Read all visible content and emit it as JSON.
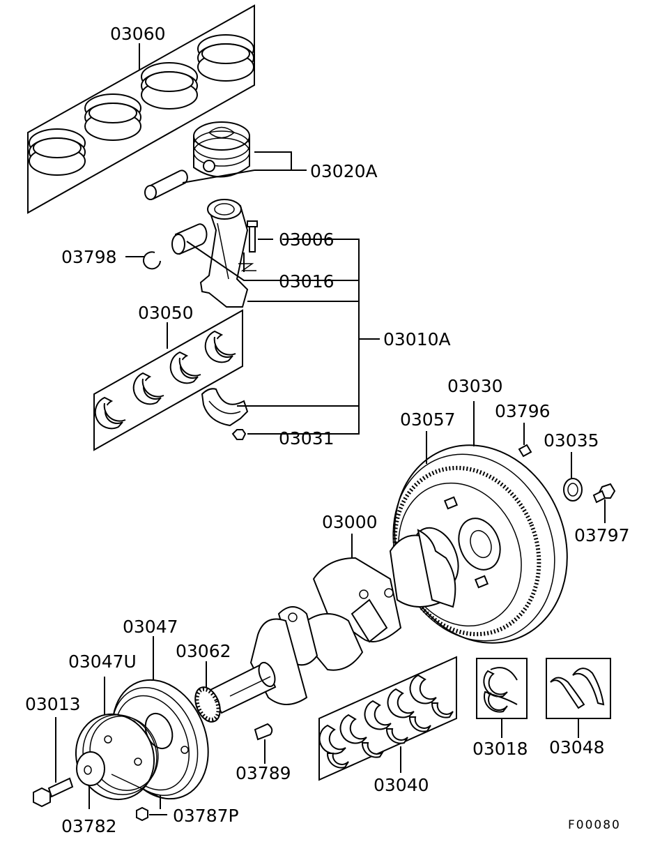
{
  "parts": {
    "p03060": "03060",
    "p03020A": "03020A",
    "p03006": "03006",
    "p03798": "03798",
    "p03016": "03016",
    "p03050": "03050",
    "p03010A": "03010A",
    "p03031": "03031",
    "p03030": "03030",
    "p03057": "03057",
    "p03796": "03796",
    "p03035": "03035",
    "p03797": "03797",
    "p03000": "03000",
    "p03047": "03047",
    "p03047U": "03047U",
    "p03062": "03062",
    "p03013": "03013",
    "p03789": "03789",
    "p03040": "03040",
    "p03018": "03018",
    "p03048": "03048",
    "p03782": "03782",
    "p03787P": "03787P"
  },
  "figure_code": "F00080"
}
